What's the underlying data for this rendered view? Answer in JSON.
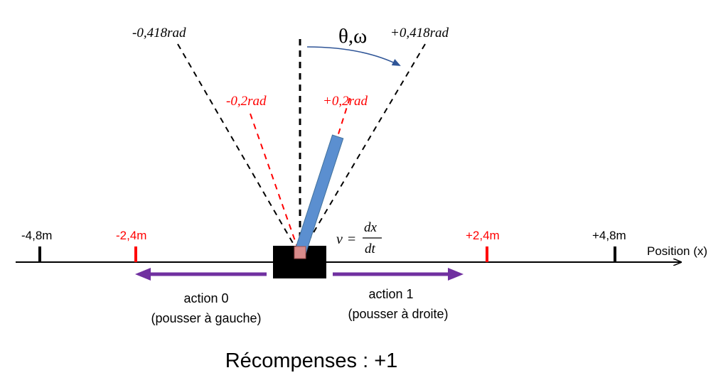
{
  "angles": {
    "neg_far": "-0,418rad",
    "pos_far": "+0,418rad",
    "neg_near": "-0,2rad",
    "pos_near": "+0,2rad",
    "theta_omega": "θ,ω"
  },
  "positions": {
    "neg_far": "-4,8m",
    "neg_near": "-2,4m",
    "pos_near": "+2,4m",
    "pos_far": "+4,8m",
    "axis_label": "Position (x)"
  },
  "velocity": {
    "lhs": "v",
    "eq": "=",
    "num": "dx",
    "den": "dt"
  },
  "actions": {
    "left_title": "action 0",
    "left_desc": "(pousser à gauche)",
    "right_title": "action 1",
    "right_desc": "(pousser à droite)"
  },
  "reward": "Récompenses : +1",
  "colors": {
    "black": "#000000",
    "red": "#ff0000",
    "purple": "#7030a0",
    "pole": "#5b8fd0",
    "pole_edge": "#41719c",
    "arc": "#2f5597",
    "pivot": "#d98c8c"
  }
}
